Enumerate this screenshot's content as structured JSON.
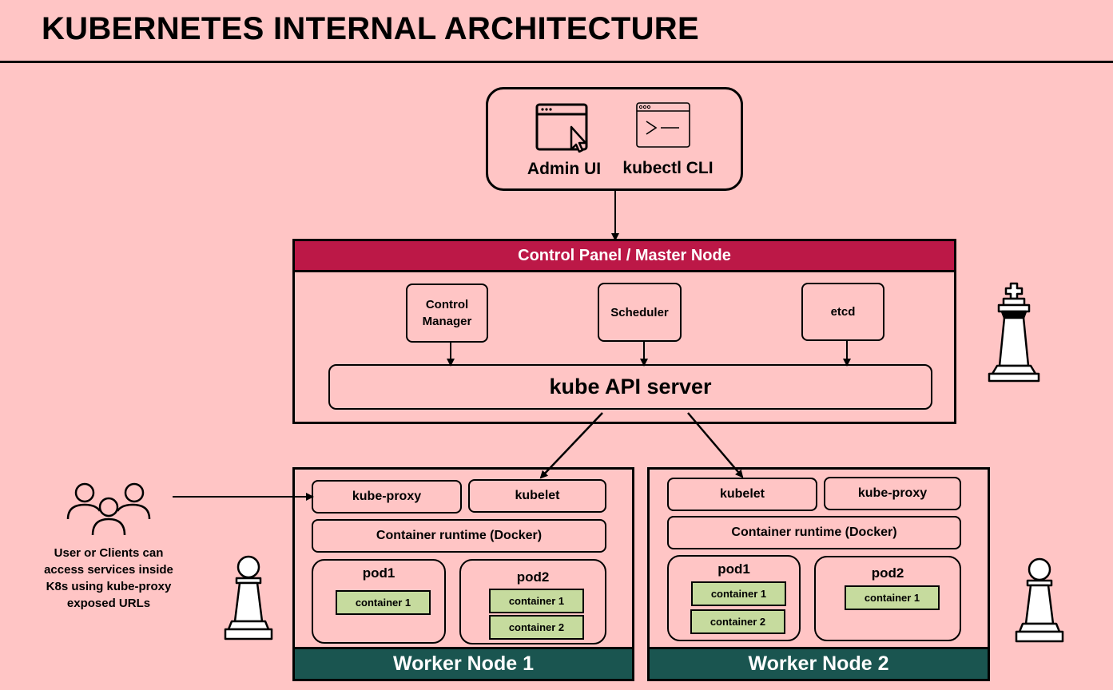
{
  "title": "KUBERNETES INTERNAL ARCHITECTURE",
  "clients": {
    "admin_ui": "Admin UI",
    "kubectl": "kubectl CLI"
  },
  "control_plane": {
    "header": "Control Panel / Master Node",
    "control_manager": "Control\nManager",
    "scheduler": "Scheduler",
    "etcd": "etcd",
    "api_server": "kube API server"
  },
  "worker1": {
    "footer": "Worker Node 1",
    "kube_proxy": "kube-proxy",
    "kubelet": "kubelet",
    "runtime": "Container runtime (Docker)",
    "pod1": {
      "label": "pod1",
      "containers": [
        "container 1"
      ]
    },
    "pod2": {
      "label": "pod2",
      "containers": [
        "container 1",
        "container 2"
      ]
    }
  },
  "worker2": {
    "footer": "Worker Node 2",
    "kubelet": "kubelet",
    "kube_proxy": "kube-proxy",
    "runtime": "Container runtime (Docker)",
    "pod1": {
      "label": "pod1",
      "containers": [
        "container 1",
        "container 2"
      ]
    },
    "pod2": {
      "label": "pod2",
      "containers": [
        "container 1"
      ]
    }
  },
  "users": {
    "caption": "User or Clients can access services inside K8s using kube-proxy exposed URLs"
  },
  "colors": {
    "background": "#FFC5C5",
    "master_header": "#BC1847",
    "worker_footer": "#1A5550",
    "container_fill": "#C6DB9E"
  },
  "icons": [
    "browser-cursor-icon",
    "terminal-icon",
    "king-chess-icon",
    "pawn-chess-icon",
    "users-icon"
  ]
}
